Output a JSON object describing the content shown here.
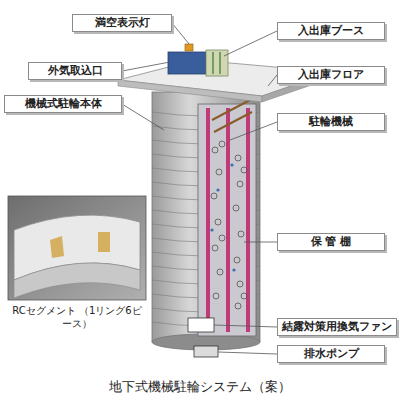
{
  "diagram": {
    "caption": "地下式機械駐輪システム（案）",
    "nodes": [
      {
        "text": [
          "満空表示灯"
        ]
      },
      {
        "text": [
          "入出庫ブース"
        ]
      },
      {
        "text": [
          "外気取込口"
        ]
      },
      {
        "text": [
          "入出庫フロア"
        ]
      },
      {
        "text": [
          "機械式駐輪本体"
        ]
      },
      {
        "text": [
          "駐輪機械"
        ]
      },
      {
        "text": [
          "保 管 棚"
        ]
      },
      {
        "text": [
          "結露対策用換気ファン"
        ]
      },
      {
        "text": [
          "排水ポンプ"
        ]
      }
    ],
    "labels": [
      "RCセグメント （1リング6ピース）"
    ]
  }
}
